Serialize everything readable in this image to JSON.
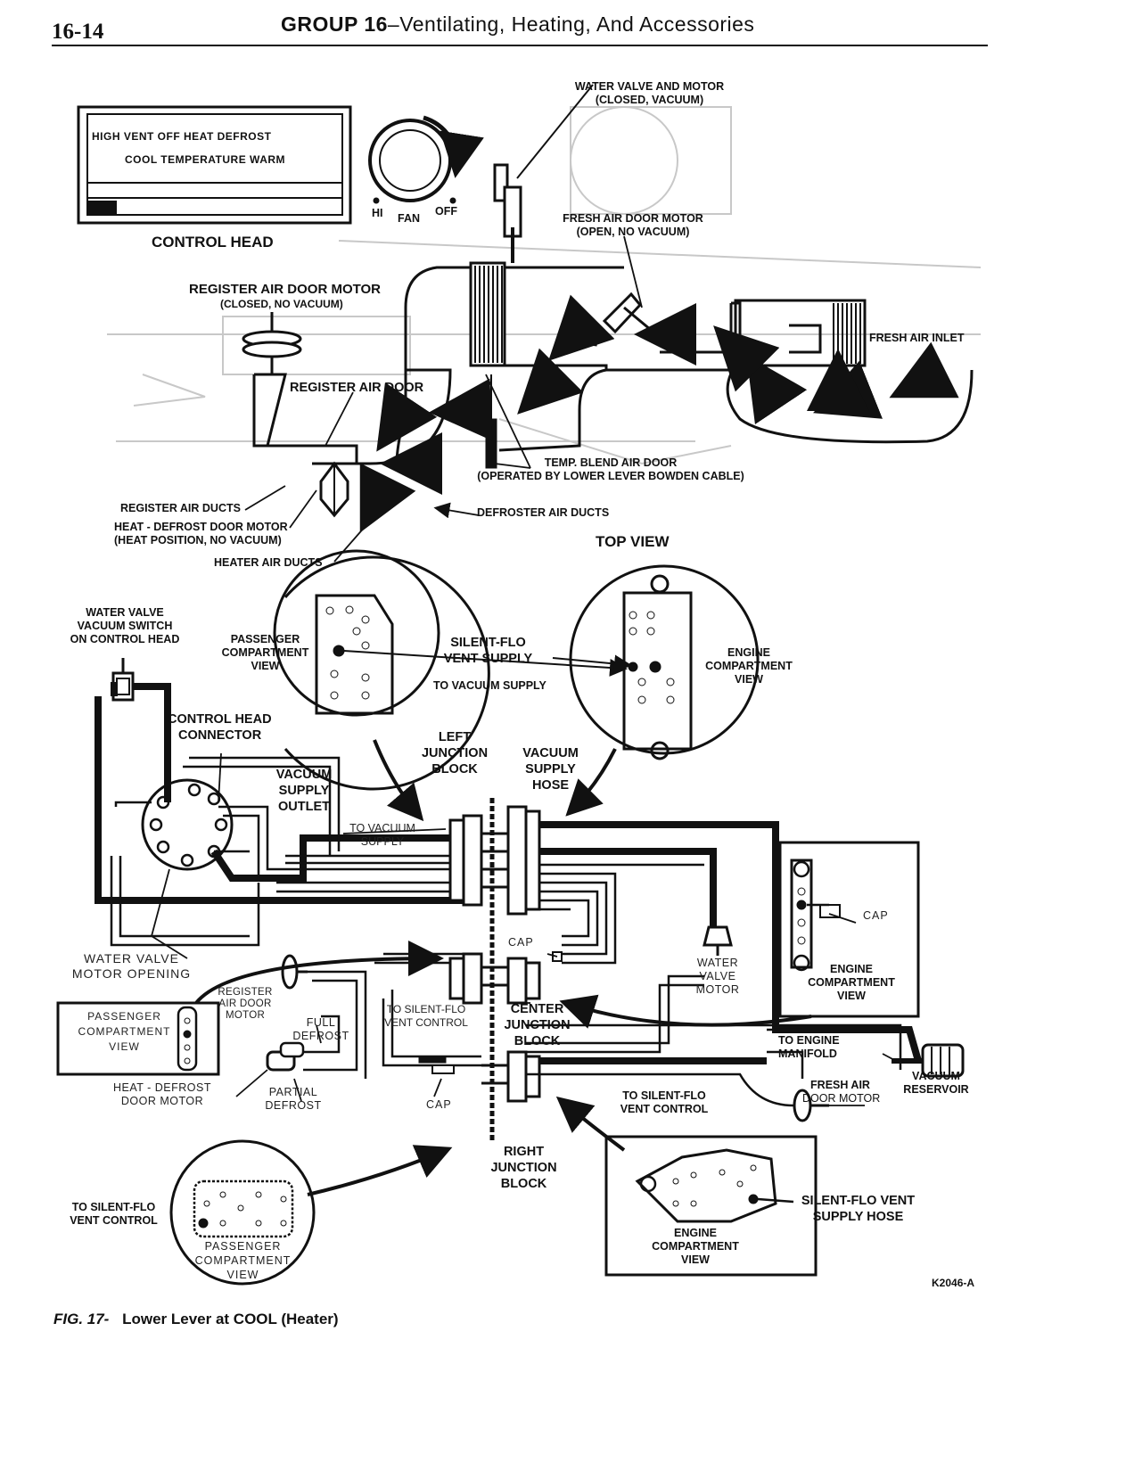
{
  "header": {
    "page_number": "16-14",
    "group_title": "GROUP 16",
    "group_subtitle": "–Ventilating, Heating, And Accessories"
  },
  "top_view": {
    "control_head_top_row": "HIGH VENT  OFF  HEAT      DEFROST",
    "control_head_bottom_row": "COOL  TEMPERATURE  WARM",
    "control_head": "CONTROL HEAD",
    "fan_hi": "HI",
    "fan_label": "FAN",
    "fan_off": "OFF",
    "water_valve_motor_line1": "WATER VALVE AND MOTOR",
    "water_valve_motor_line2": "(CLOSED, VACUUM)",
    "fresh_air_door_motor_line1": "FRESH AIR DOOR MOTOR",
    "fresh_air_door_motor_line2": "(OPEN, NO VACUUM)",
    "register_air_door_motor_line1": "REGISTER AIR DOOR MOTOR",
    "register_air_door_motor_line2": "(CLOSED, NO VACUUM)",
    "fresh_air_inlet": "FRESH AIR INLET",
    "register_air_door": "REGISTER AIR DOOR",
    "temp_blend_line1": "TEMP. BLEND AIR DOOR",
    "temp_blend_line2": "(OPERATED BY LOWER LEVER BOWDEN CABLE)",
    "register_air_ducts": "REGISTER AIR DUCTS",
    "heat_defrost_motor_line1": "HEAT - DEFROST DOOR MOTOR",
    "heat_defrost_motor_line2": "(HEAT POSITION, NO VACUUM)",
    "defroster_air_ducts": "DEFROSTER AIR DUCTS",
    "heater_air_ducts": "HEATER AIR DUCTS",
    "top_view_label": "TOP VIEW"
  },
  "vacuum_diagram": {
    "water_valve_switch_line1": "WATER VALVE",
    "water_valve_switch_line2": "VACUUM SWITCH",
    "water_valve_switch_line3": "ON CONTROL HEAD",
    "passenger_view_line1": "PASSENGER",
    "passenger_view_line2": "COMPARTMENT",
    "passenger_view_line3": "VIEW",
    "silent_flo_supply_line1": "SILENT-FLO",
    "silent_flo_supply_line2": "VENT SUPPLY",
    "to_vacuum_supply": "TO VACUUM SUPPLY",
    "engine_view_line1": "ENGINE",
    "engine_view_line2": "COMPARTMENT",
    "engine_view_line3": "VIEW",
    "control_head_connector_line1": "CONTROL HEAD",
    "control_head_connector_line2": "CONNECTOR",
    "left_junction_line1": "LEFT",
    "left_junction_line2": "JUNCTION",
    "left_junction_line3": "BLOCK",
    "vacuum_supply_hose_line1": "VACUUM",
    "vacuum_supply_hose_line2": "SUPPLY",
    "vacuum_supply_hose_line3": "HOSE",
    "vacuum_supply_outlet_line1": "VACUUM",
    "vacuum_supply_outlet_line2": "SUPPLY",
    "vacuum_supply_outlet_line3": "OUTLET",
    "to_vacuum_supply_2_line1": "TO VACUUM",
    "to_vacuum_supply_2_line2": "SUPPLY",
    "cap_1": "CAP",
    "cap_2": "CAP",
    "cap_3": "CAP",
    "water_valve_motor_line1": "WATER",
    "water_valve_motor_line2": "VALVE",
    "water_valve_motor_line3": "MOTOR",
    "engine_view_right_line1": "ENGINE",
    "engine_view_right_line2": "COMPARTMENT",
    "engine_view_right_line3": "VIEW",
    "water_valve_motor_opening_line1": "WATER VALVE",
    "water_valve_motor_opening_line2": "MOTOR OPENING",
    "register_air_door_motor_line1": "REGISTER",
    "register_air_door_motor_line2": "AIR DOOR",
    "register_air_door_motor_line3": "MOTOR",
    "passenger_view_left_line1": "PASSENGER",
    "passenger_view_left_line2": "COMPARTMENT",
    "passenger_view_left_line3": "VIEW",
    "full_defrost_line1": "FULL",
    "full_defrost_line2": "DEFROST",
    "to_silent_flo_control_line1": "TO SILENT-FLO",
    "to_silent_flo_control_line2": "VENT CONTROL",
    "center_junction_line1": "CENTER",
    "center_junction_line2": "JUNCTION",
    "center_junction_line3": "BLOCK",
    "to_engine_manifold_line1": "TO ENGINE",
    "to_engine_manifold_line2": "MANIFOLD",
    "vacuum_reservoir_line1": "VACUUM",
    "vacuum_reservoir_line2": "RESERVOIR",
    "heat_defrost_door_motor_line1": "HEAT - DEFROST",
    "heat_defrost_door_motor_line2": "DOOR MOTOR",
    "partial_defrost_line1": "PARTIAL",
    "partial_defrost_line2": "DEFROST",
    "to_silent_flo_control_2_line1": "TO SILENT-FLO",
    "to_silent_flo_control_2_line2": "VENT CONTROL",
    "fresh_air_door_motor_line1": "FRESH AIR",
    "fresh_air_door_motor_line2": "DOOR MOTOR",
    "right_junction_line1": "RIGHT",
    "right_junction_line2": "JUNCTION",
    "right_junction_line3": "BLOCK",
    "to_silent_flo_control_3_line1": "TO SILENT-FLO",
    "to_silent_flo_control_3_line2": "VENT CONTROL",
    "passenger_view_bottom_line1": "PASSENGER",
    "passenger_view_bottom_line2": "COMPARTMENT",
    "passenger_view_bottom_line3": "VIEW",
    "engine_view_bottom_line1": "ENGINE",
    "engine_view_bottom_line2": "COMPARTMENT",
    "engine_view_bottom_line3": "VIEW",
    "silent_flo_supply_hose_line1": "SILENT-FLO VENT",
    "silent_flo_supply_hose_line2": "SUPPLY HOSE"
  },
  "figure_id": "K2046-A",
  "caption_label": "FIG. 17-",
  "caption_text": "Lower Lever at COOL (Heater)"
}
